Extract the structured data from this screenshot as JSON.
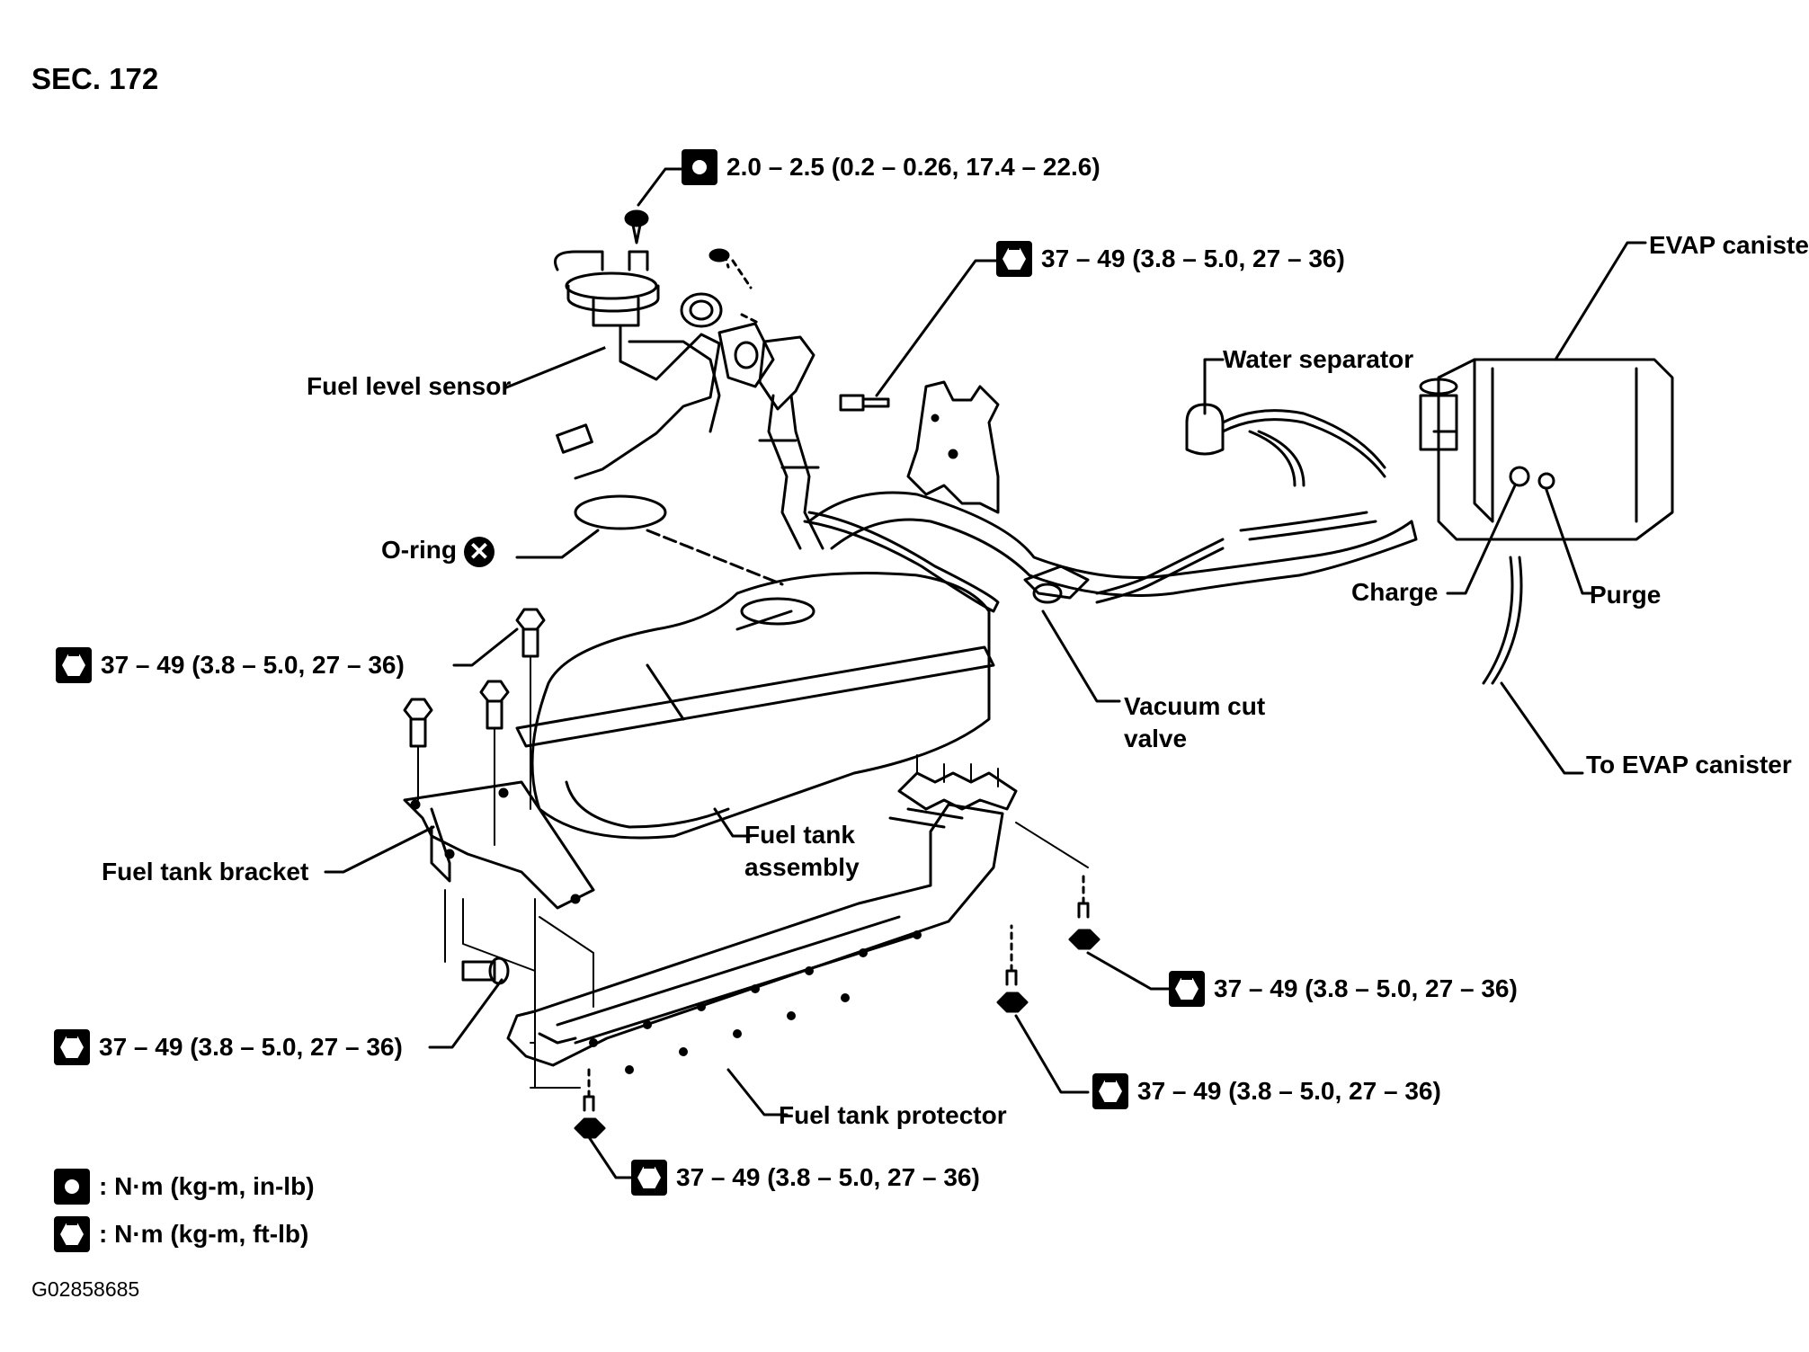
{
  "section_title": "SEC. 172",
  "figure_id": "G02858685",
  "labels": {
    "fuel_level_sensor": "Fuel level sensor",
    "o_ring": "O-ring",
    "water_separator": "Water separator",
    "evap_canister": "EVAP canister",
    "charge": "Charge",
    "purge": "Purge",
    "vacuum_cut_valve_line1": "Vacuum cut",
    "vacuum_cut_valve_line2": "valve",
    "to_evap_canister": "To EVAP canister",
    "fuel_tank_assembly_line1": "Fuel tank",
    "fuel_tank_assembly_line2": "assembly",
    "fuel_tank_bracket": "Fuel tank bracket",
    "fuel_tank_protector": "Fuel tank protector"
  },
  "torques": {
    "sensor_screw": "2.0 – 2.5 (0.2 – 0.26, 17.4 – 22.6)",
    "filler_bracket_bolt": "37 – 49 (3.8 – 5.0, 27 – 36)",
    "bracket_top_bolt": "37 – 49 (3.8 – 5.0, 27 – 36)",
    "bracket_side_bolt": "37 – 49 (3.8 – 5.0, 27 – 36)",
    "protector_front_bolt": "37 – 49 (3.8 – 5.0, 27 – 36)",
    "protector_right_bolt_upper": "37 – 49 (3.8 – 5.0, 27 – 36)",
    "protector_right_bolt_lower": "37 – 49 (3.8 – 5.0, 27 – 36)"
  },
  "legend": [
    {
      "icon": "torque-wrench-in-lb-icon",
      "text": ": N·m (kg-m, in-lb)"
    },
    {
      "icon": "torque-wrench-ft-lb-icon",
      "text": ": N·m (kg-m, ft-lb)"
    }
  ]
}
